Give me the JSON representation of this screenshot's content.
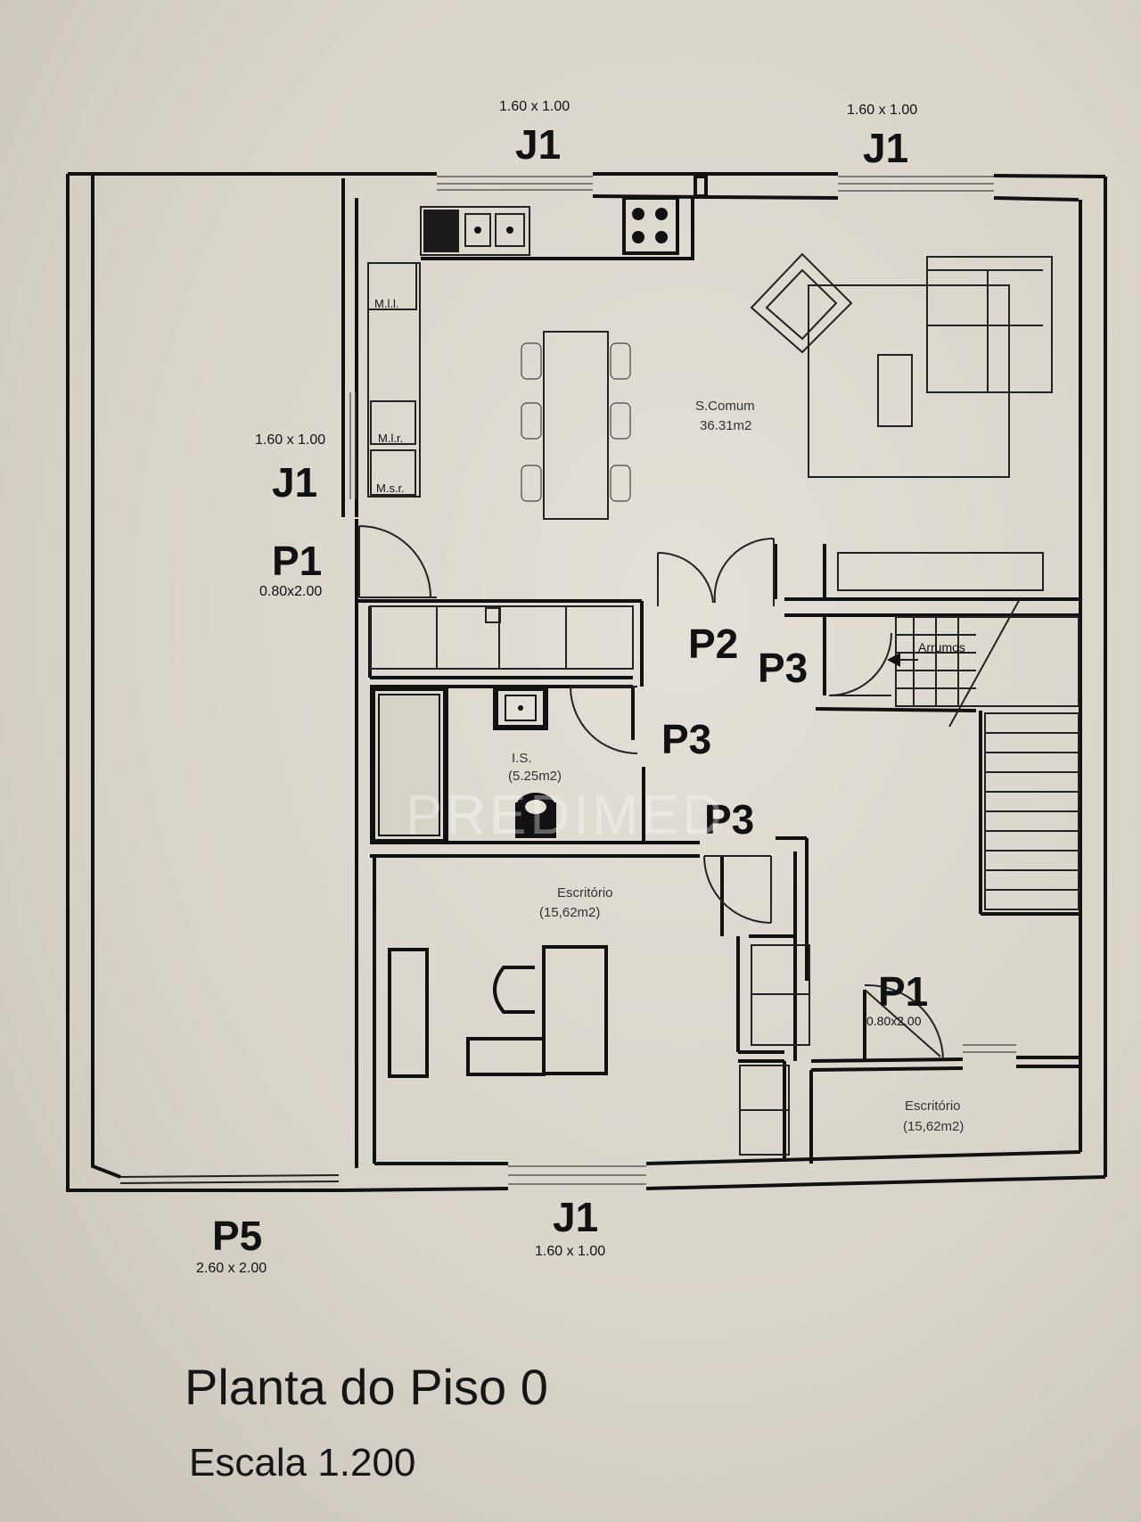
{
  "labels": {
    "j1_top_left": {
      "code": "J1",
      "size": "1.60 x 1.00"
    },
    "j1_top_right": {
      "code": "J1",
      "size": "1.60 x 1.00"
    },
    "j1_left": {
      "code": "J1",
      "size": "1.60 x 1.00"
    },
    "j1_bottom": {
      "code": "J1",
      "size": "1.60 x 1.00"
    },
    "p1_left": {
      "code": "P1",
      "size": "0.80x2.00"
    },
    "p1_right": {
      "code": "P1",
      "size": "0.80x2.00"
    },
    "p2": {
      "code": "P2"
    },
    "p3_a": {
      "code": "P3"
    },
    "p3_b": {
      "code": "P3"
    },
    "p3_c": {
      "code": "P3"
    },
    "p5": {
      "code": "P5",
      "size": "2.60 x 2.00"
    }
  },
  "rooms": {
    "common": {
      "name": "S.Comum",
      "area": "36.31m2"
    },
    "wc": {
      "name": "I.S.",
      "area": "(5.25m2)"
    },
    "office_main": {
      "name": "Escritório",
      "area": "(15,62m2)"
    },
    "office_small": {
      "name": "Escritório",
      "area": "(15,62m2)"
    }
  },
  "fixtures": {
    "mjl": "M.l.l.",
    "mlr": "M.l.r.",
    "msr": "M.s.r.",
    "stairs_arrow": "Arrumos"
  },
  "watermark": "PREDIMED",
  "title": "Planta do Piso 0",
  "scale": "Escala 1.200"
}
